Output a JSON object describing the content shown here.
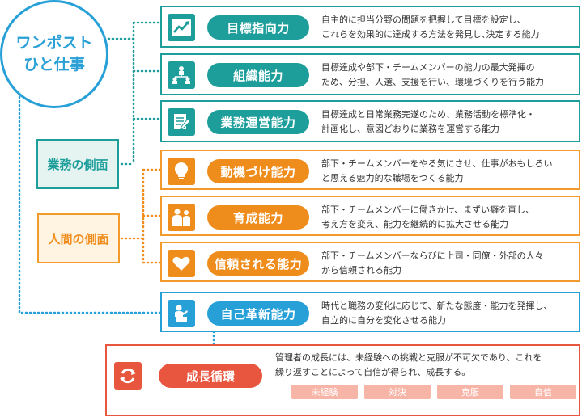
{
  "center": {
    "line1": "ワンポスト",
    "line2": "ひと仕事"
  },
  "aspects": {
    "business": "業務の側面",
    "human": "人間の側面"
  },
  "abilities": [
    {
      "id": "goal",
      "title": "目標指向力",
      "icon": "chart-up-icon",
      "desc1": "自主的に担当分野の問題を把握して目標を設定し、",
      "desc2": "これらを効果的に達成する方法を発見し､決定する能力"
    },
    {
      "id": "organization",
      "title": "組織能力",
      "icon": "org-chart-icon",
      "desc1": "目標達成や部下・チームメンバーの能力の最大発揮の",
      "desc2": "ため、分担、人選、支援を行い、環境づくりを行う能力"
    },
    {
      "id": "operation",
      "title": "業務運営能力",
      "icon": "document-pen-icon",
      "desc1": "目標達成と日常業務完遂のため、業務活動を標準化・",
      "desc2": "計画化し、意図どおりに業務を運営する能力"
    },
    {
      "id": "motivation",
      "title": "動機づけ能力",
      "icon": "light-bulb-icon",
      "desc1": "部下・チームメンバーをやる気にさせ、仕事がおもしろい",
      "desc2": "と思える魅力的な職場をつくる能力"
    },
    {
      "id": "development",
      "title": "育成能力",
      "icon": "people-icon",
      "desc1": "部下・チームメンバーに働きかけ、まずい癖を直し、",
      "desc2": "考え方を変え、能力を継続的に拡大させる能力"
    },
    {
      "id": "trust",
      "title": "信頼される能力",
      "icon": "heart-icon",
      "desc1": "部下・チームメンバーならびに上司・同僚・外部の人々",
      "desc2": "から信頼される能力"
    },
    {
      "id": "innovation",
      "title": "自己革新能力",
      "icon": "person-podium-icon",
      "desc1": "時代と職務の変化に応じて、新たな態度・能力を発揮し、",
      "desc2": "自立的に自分を変化させる能力"
    }
  ],
  "growth": {
    "title": "成長循環",
    "icon": "cycle-arrows-icon",
    "desc1": "管理者の成長には、未経験への挑戦と克服が不可欠であり、これを",
    "desc2": "繰り返すことによって自信が得られ、成長する。",
    "steps": [
      "未経験",
      "対決",
      "克服",
      "自信"
    ]
  },
  "colors": {
    "business": "#1e9e9b",
    "human": "#ef8d1c",
    "self": "#27a0d8",
    "growth": "#e8563f"
  }
}
